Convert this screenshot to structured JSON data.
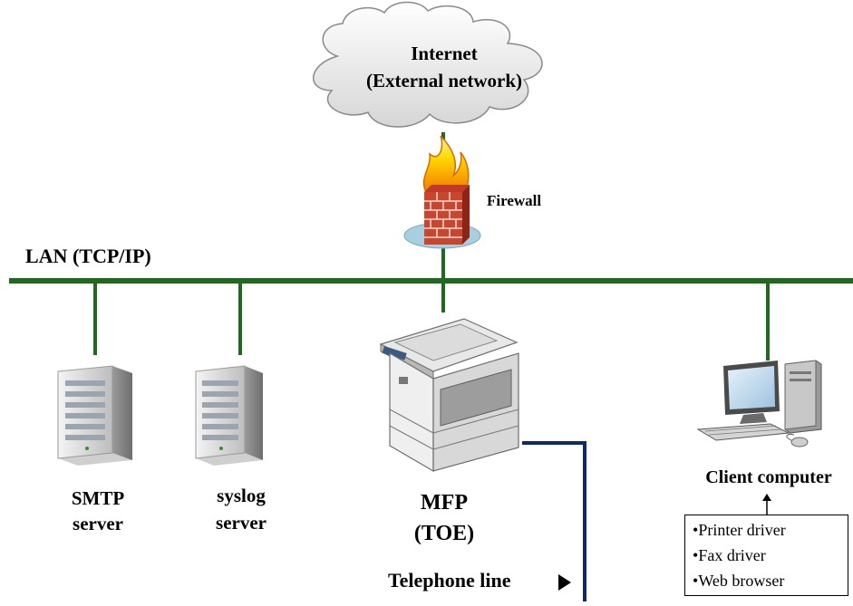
{
  "internet": {
    "line1": "Internet",
    "line2": "(External network)"
  },
  "firewall_label": "Firewall",
  "lan_label": "LAN (TCP/IP)",
  "smtp": {
    "line1": "SMTP",
    "line2": "server"
  },
  "syslog": {
    "line1": "syslog",
    "line2": "server"
  },
  "mfp": {
    "line1": "MFP",
    "line2": "(TOE)"
  },
  "telephone_label": "Telephone line",
  "client_label": "Client computer",
  "client_software": [
    "Printer driver",
    "Fax driver",
    "Web browser"
  ],
  "colors": {
    "lan_line": "#1e6b1e",
    "telephone_line": "#0d2a6b"
  }
}
